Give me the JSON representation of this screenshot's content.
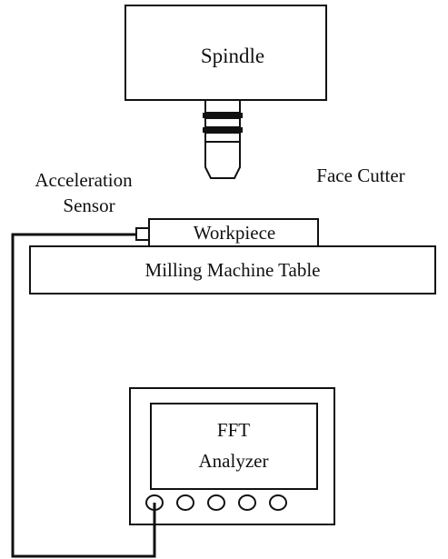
{
  "labels": {
    "spindle": "Spindle",
    "face_cutter": "Face Cutter",
    "sensor_line1": "Acceleration",
    "sensor_line2": "Sensor",
    "workpiece": "Workpiece",
    "table": "Milling Machine Table",
    "analyzer_line1": "FFT",
    "analyzer_line2": "Analyzer"
  },
  "analyzer_knob_count": 5,
  "colors": {
    "line": "#111111",
    "background": "#ffffff"
  }
}
